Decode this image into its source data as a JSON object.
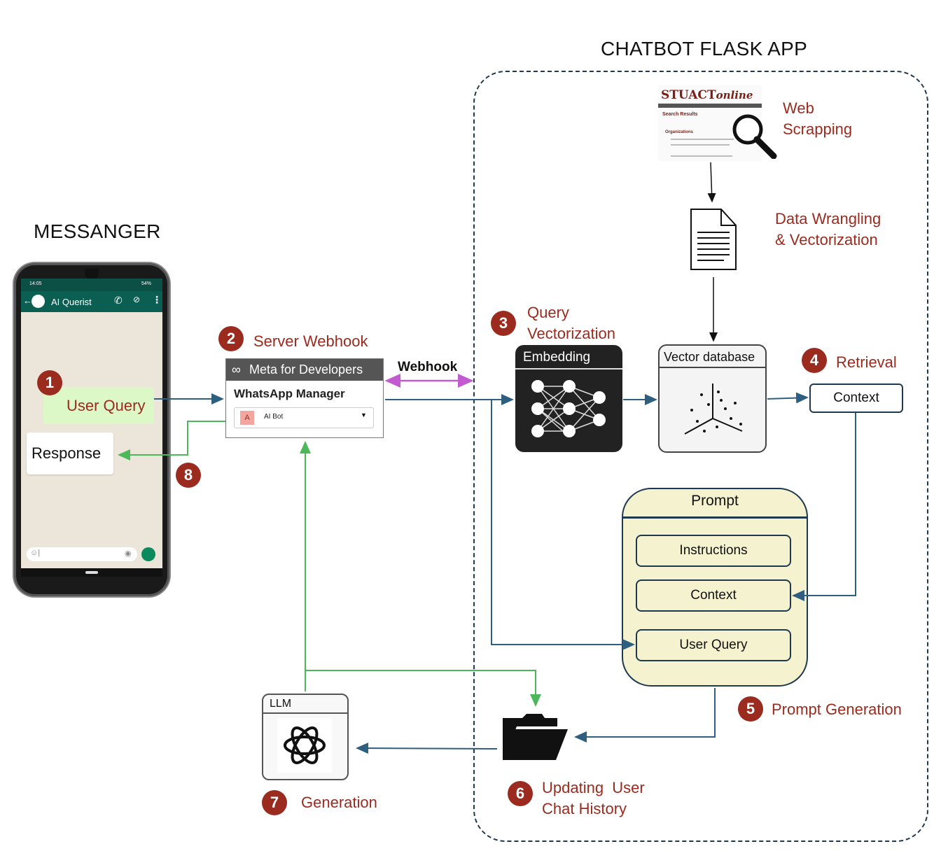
{
  "titles": {
    "flask_app": "CHATBOT FLASK APP",
    "messenger": "MESSANGER"
  },
  "phone": {
    "status_time": "14:05",
    "status_right": "54%",
    "contact_name": "AI Querist",
    "user_query": "User Query",
    "response": "Response"
  },
  "meta_panel": {
    "header": "Meta for Developers",
    "subtitle": "WhatsApp Manager",
    "selector_letter": "A",
    "selector_label": "AI Bot"
  },
  "webhook_label": "Webhook",
  "web_screenshot": {
    "brand_main": "STUACT",
    "brand_script": "online",
    "heading": "Search Results",
    "subheading": "Organizations"
  },
  "components": {
    "embedding": "Embedding",
    "vector_db": "Vector database",
    "context": "Context",
    "prompt": "Prompt",
    "prompt_instructions": "Instructions",
    "prompt_context": "Context",
    "prompt_user_query": "User Query",
    "llm": "LLM"
  },
  "steps": [
    {
      "num": "1",
      "label": ""
    },
    {
      "num": "2",
      "label": "Server Webhook"
    },
    {
      "num": "3",
      "label_line1": "Query",
      "label_line2": "Vectorization"
    },
    {
      "num": "4",
      "label": "Retrieval"
    },
    {
      "num": "5",
      "label": "Prompt Generation"
    },
    {
      "num": "6",
      "label_line1": "Updating  User",
      "label_line2": "Chat History"
    },
    {
      "num": "7",
      "label": "Generation"
    },
    {
      "num": "8",
      "label": ""
    }
  ],
  "labels": {
    "web_line1": "Web",
    "web_line2": "Scrapping",
    "wrangle_line1": "Data Wrangling",
    "wrangle_line2": "& Vectorization"
  },
  "colors": {
    "badge": "#9b2a1f",
    "arrow_blue": "#2e5f80",
    "arrow_green": "#4cb85a",
    "arrow_magenta": "#c25bd0",
    "prompt_fill": "#f5f2cf"
  }
}
